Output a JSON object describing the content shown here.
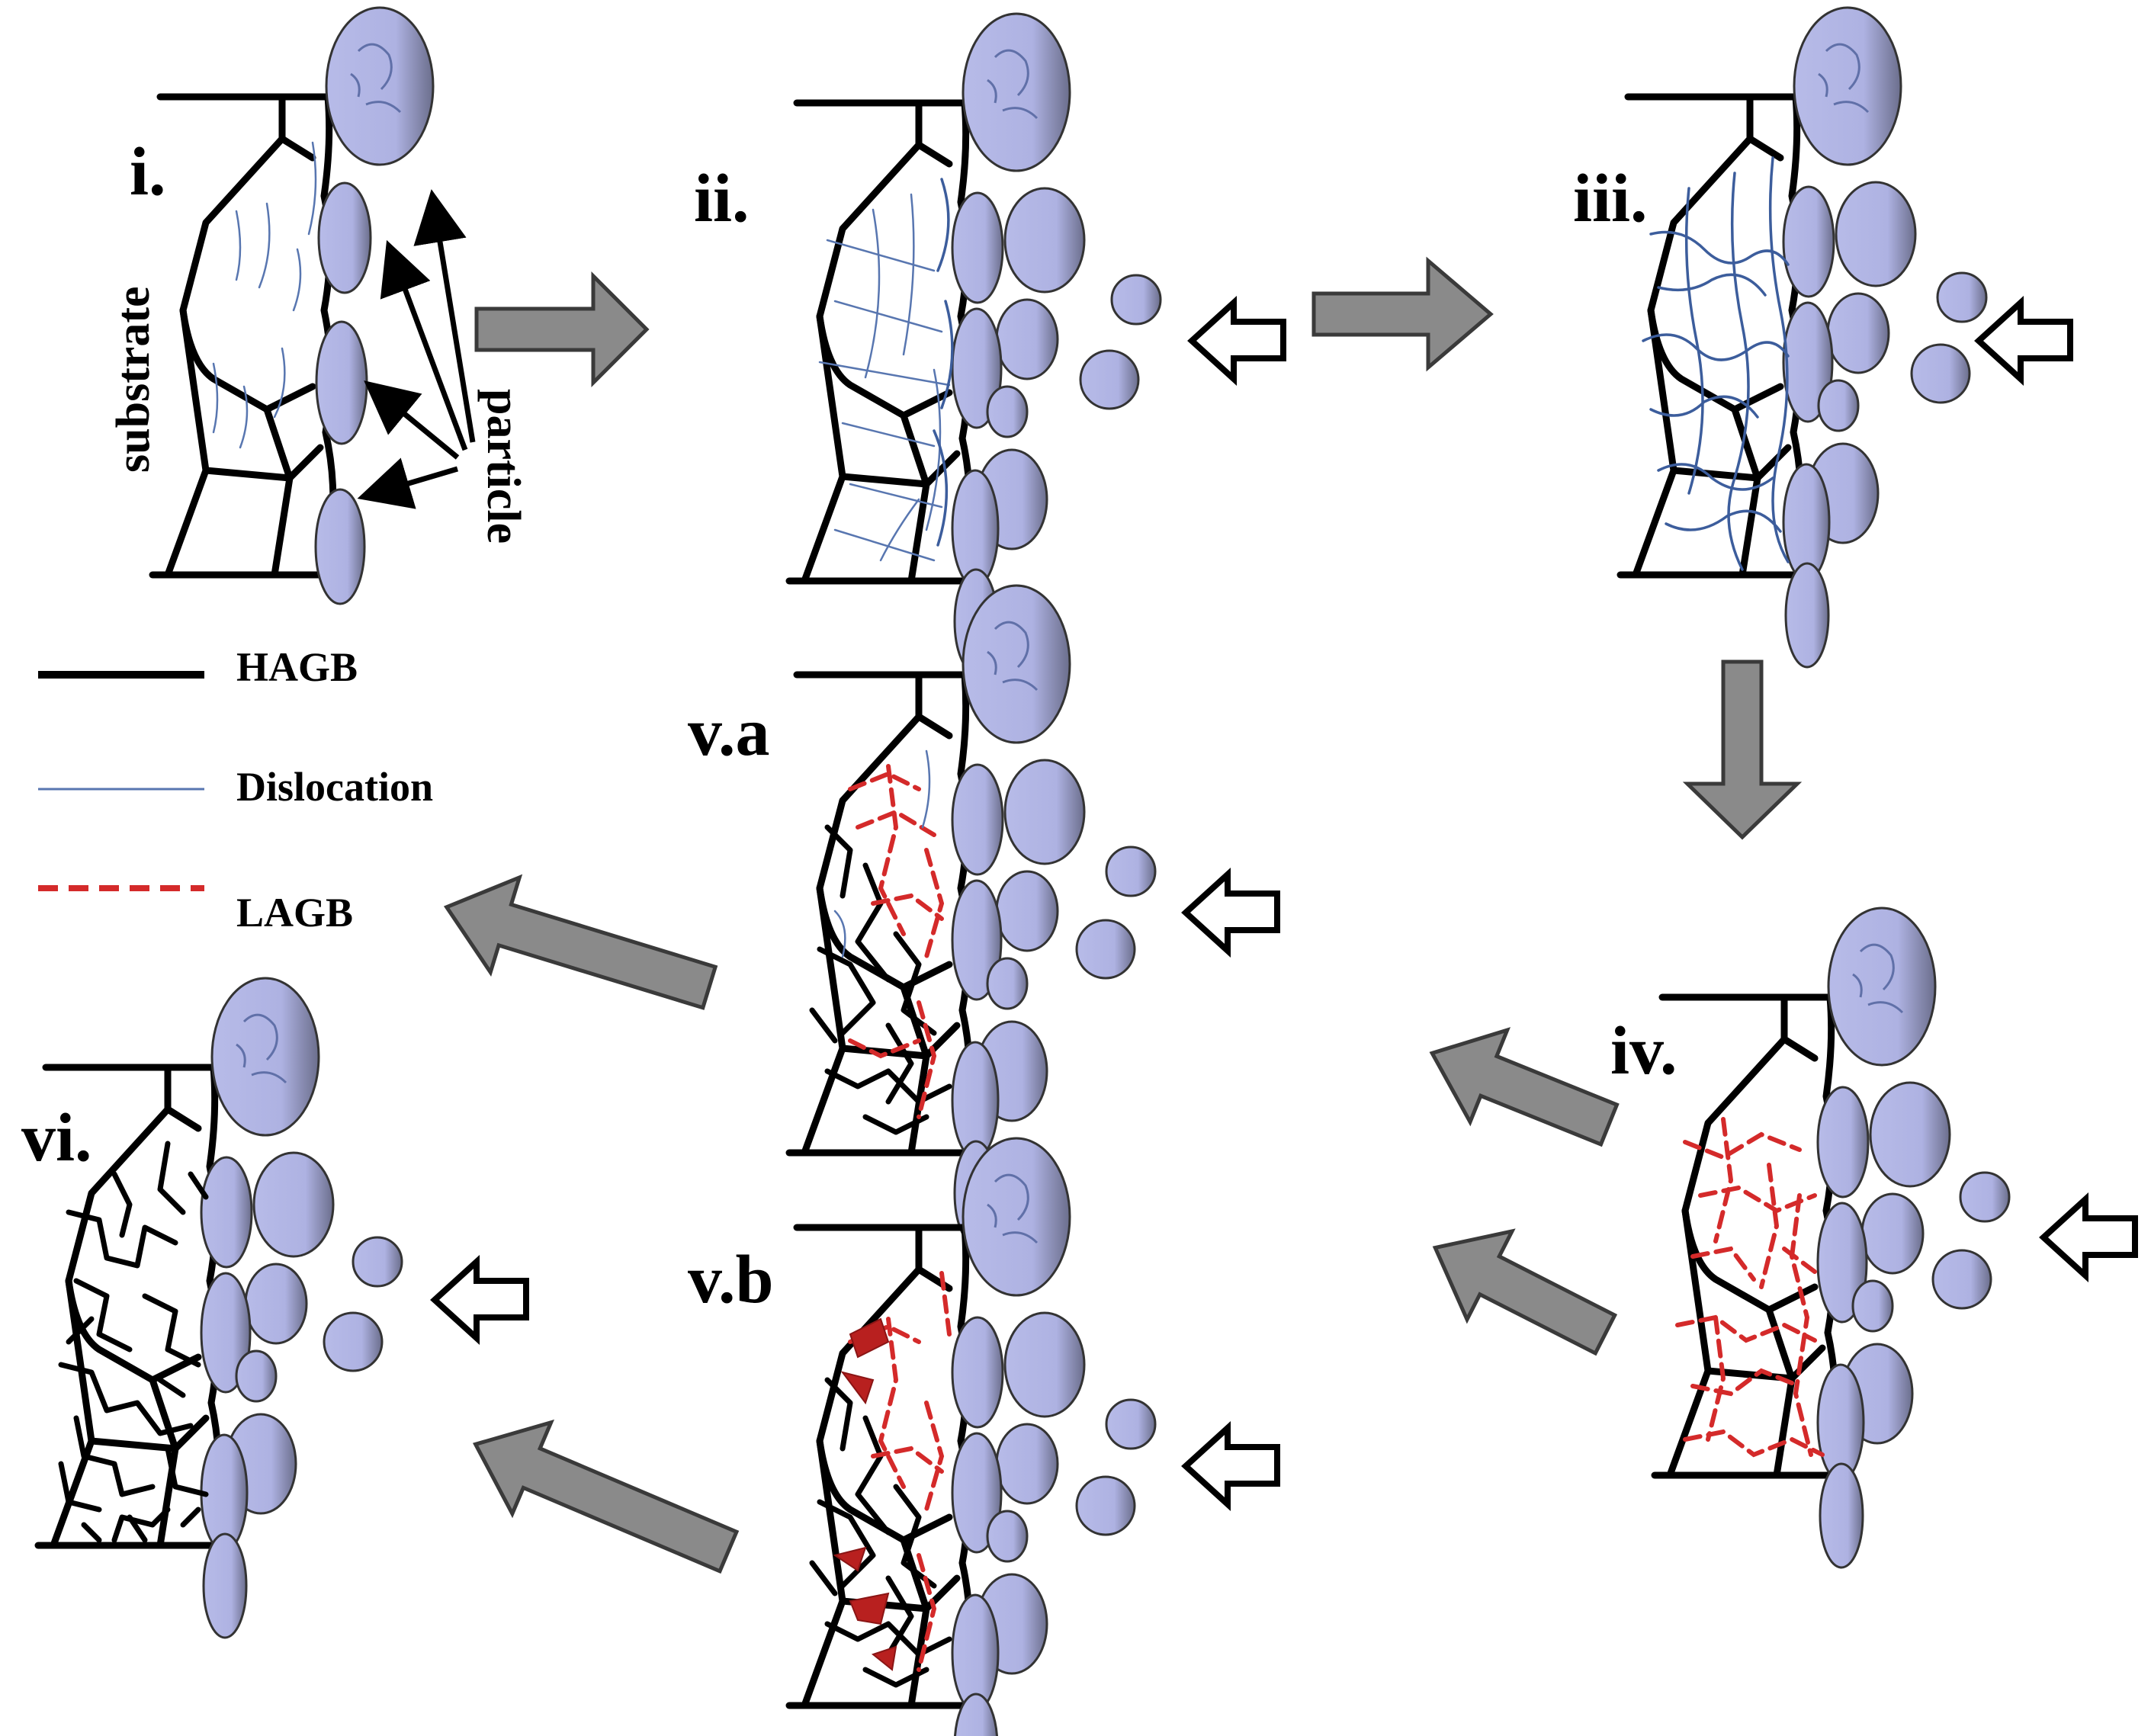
{
  "stages": {
    "i": "i.",
    "ii": "ii.",
    "iii": "iii.",
    "iv": "iv.",
    "va": "v.a",
    "vb": "v.b",
    "vi": "vi."
  },
  "annotations": {
    "substrate": "substrate",
    "particle": "particle"
  },
  "legend": {
    "hagb": "HAGB",
    "dislocation": "Dislocation",
    "lagb": "LAGB"
  },
  "colors": {
    "hagb": "#000000",
    "dislocation": "#5876b0",
    "lagb": "#d42a2a",
    "particle": "#b7bbe8",
    "process_arrow": "#8a8a8a"
  }
}
